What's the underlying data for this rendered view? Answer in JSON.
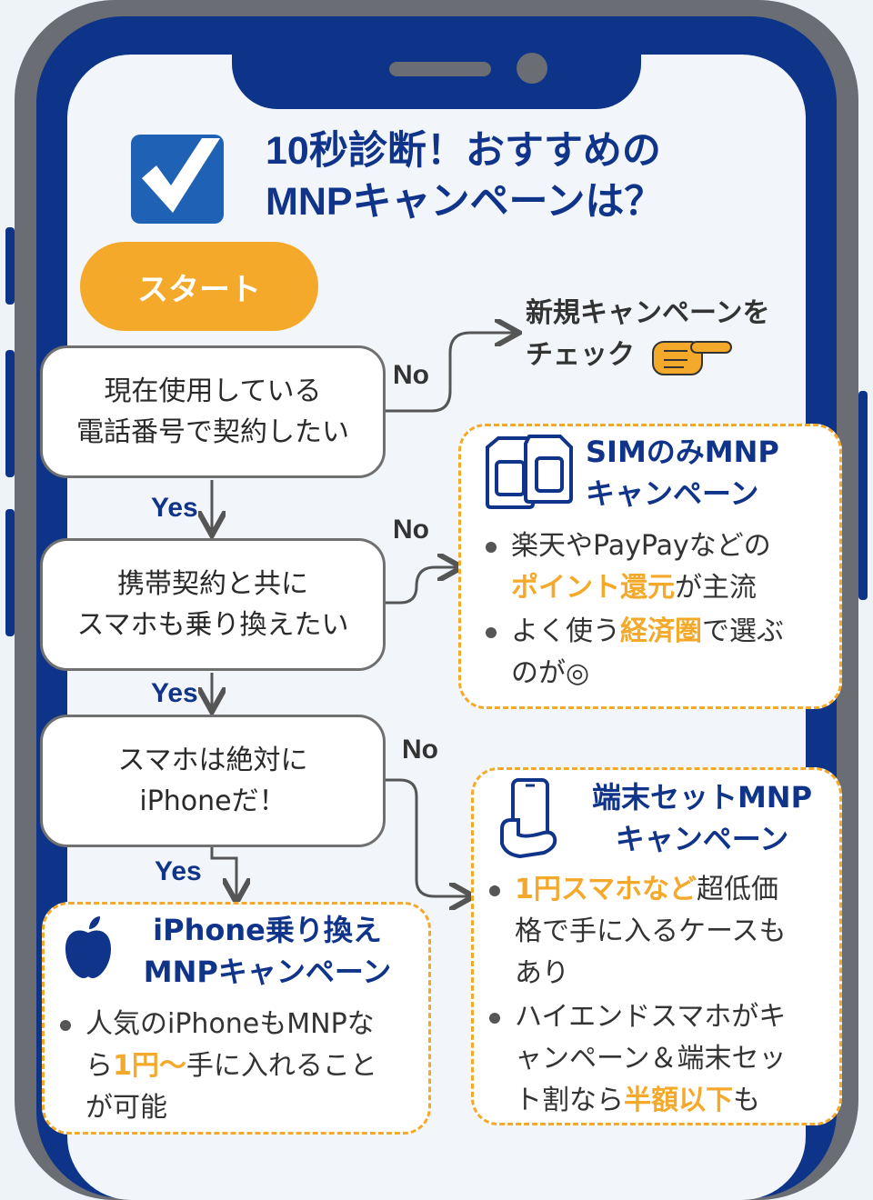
{
  "title": {
    "line1": "10秒診断！おすすめの",
    "line2": "MNPキャンペーンは？"
  },
  "start": "スタート",
  "questions": [
    {
      "line1": "現在使用している",
      "line2": "電話番号で契約したい"
    },
    {
      "line1": "携帯契約と共に",
      "line2": "スマホも乗り換えたい"
    },
    {
      "line1": "スマホは絶対に",
      "line2": "iPhoneだ！"
    }
  ],
  "labels": {
    "yes": "Yes",
    "no": "No"
  },
  "new_campaign": {
    "line1": "新規キャンペーンを",
    "line2": "チェック"
  },
  "sim_only": {
    "title1": "SIMのみMNP",
    "title2": "キャンペーン",
    "b1_a": "楽天やPayPayなどの",
    "b1_hl": "ポイント還元",
    "b1_b": "が主流",
    "b2_a": "よく使う",
    "b2_hl": "経済圏",
    "b2_b": "で選ぶ",
    "b2_c": "のが◎"
  },
  "device_set": {
    "title1": "端末セットMNP",
    "title2": "キャンペーン",
    "b1_hl": "1円スマホなど",
    "b1_a": "超低価",
    "b1_b": "格で手に入るケースも",
    "b1_c": "あり",
    "b2_a": "ハイエンドスマホがキ",
    "b2_b": "ャンペーン＆端末セッ",
    "b2_c": "ト割なら",
    "b2_hl": "半額以下",
    "b2_d": "も"
  },
  "iphone": {
    "title1": "iPhone乗り換え",
    "title2": "MNPキャンペーン",
    "b1_a": "人気のiPhoneもMNPな",
    "b1_b": "ら",
    "b1_hl": "1円〜",
    "b1_c": "手に入れること",
    "b1_d": "が可能"
  },
  "colors": {
    "navy": "#10348a",
    "orange": "#f4a92a",
    "bezel": "#0d3488",
    "screen": "#f2f6fb"
  }
}
